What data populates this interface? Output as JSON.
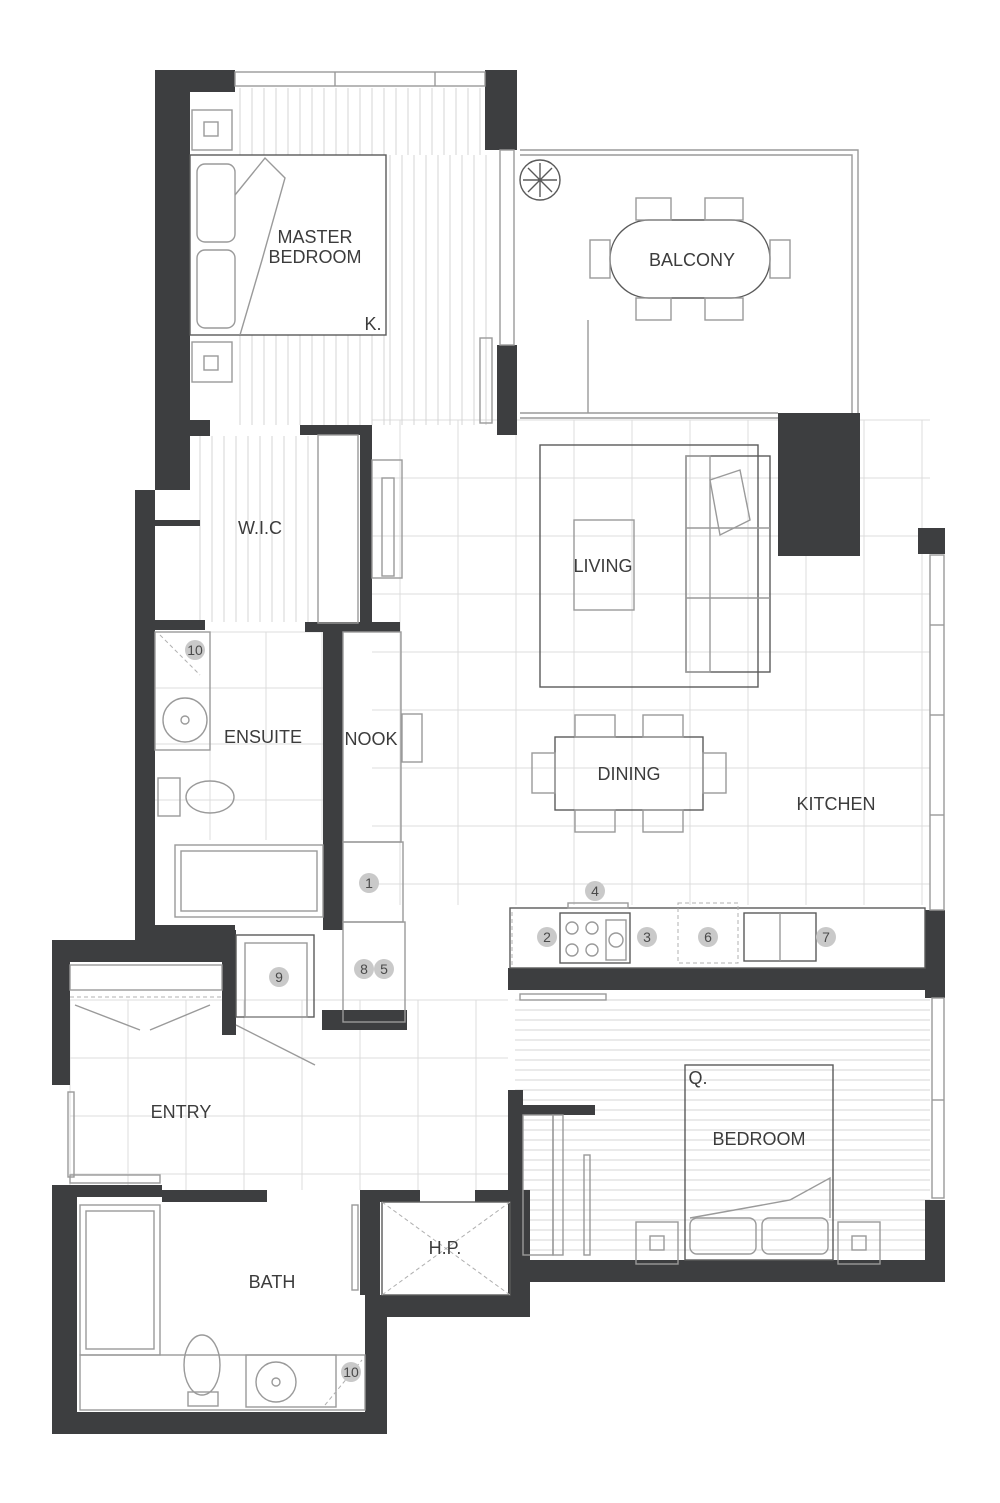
{
  "rooms": {
    "master_bedroom_line1": "MASTER",
    "master_bedroom_line2": "BEDROOM",
    "master_bed_size": "K.",
    "balcony": "BALCONY",
    "wic": "W.I.C",
    "living": "LIVING",
    "ensuite": "ENSUITE",
    "nook": "NOOK",
    "dining": "DINING",
    "kitchen": "KITCHEN",
    "entry": "ENTRY",
    "bedroom": "BEDROOM",
    "bedroom_bed_size": "Q.",
    "hp": "H.P.",
    "bath": "BATH"
  },
  "legend_markers": {
    "ensuite_10": "10",
    "nook_1": "1",
    "kitchen_4": "4",
    "kitchen_2": "2",
    "kitchen_3": "3",
    "kitchen_6": "6",
    "kitchen_7": "7",
    "nook_8": "8",
    "nook_5": "5",
    "closet_9": "9",
    "bath_10": "10"
  },
  "colors": {
    "wall": "#3d3e40",
    "fixture": "#9a9a9a",
    "marker": "#c9c9c9",
    "text": "#3c3c3c"
  }
}
